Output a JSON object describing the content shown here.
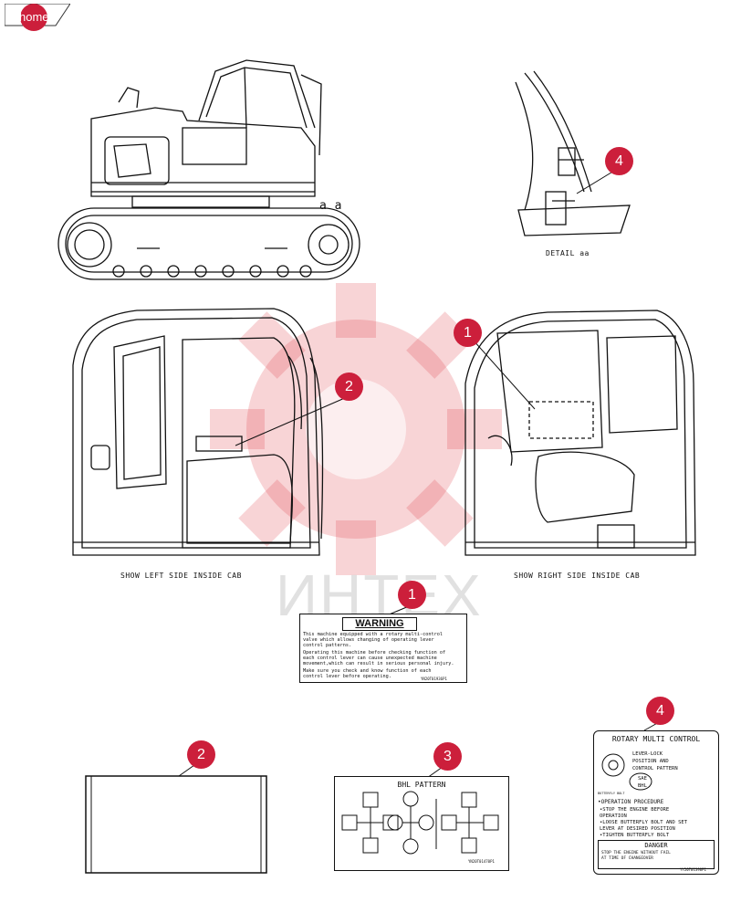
{
  "nav": {
    "home_label": "home"
  },
  "watermark": {
    "text": "ИНТЕХ"
  },
  "views": {
    "detail_marker": "a a",
    "detail_caption": "DETAIL aa",
    "left_caption": "SHOW LEFT SIDE INSIDE CAB",
    "right_caption": "SHOW RIGHT SIDE INSIDE CAB"
  },
  "callouts": [
    {
      "number": "4"
    },
    {
      "number": "1"
    },
    {
      "number": "2"
    },
    {
      "number": "1"
    },
    {
      "number": "2"
    },
    {
      "number": "3"
    },
    {
      "number": "4"
    }
  ],
  "decals": {
    "warning": {
      "title": "WARNING",
      "para1": "This machine equipped with a rotary multi-control\nvalve which allows changing of operating lever\ncontrol patterns.",
      "para2": "Operating this machine before checking function of\neach control lever can cause unexpected machine\nmovement,which can result in serious personal injury.",
      "para3": "Make sure you check and know function of each\ncontrol lever before operating.",
      "part_no": "YN20T01936P1"
    },
    "bhl": {
      "title": "BHL PATTERN",
      "part_no": "YN20T01470P1"
    },
    "rotary": {
      "title": "ROTARY MULTI CONTROL",
      "lines": [
        "LEVER-LOCK",
        "POSITION AND",
        "CONTROL PATTERN"
      ],
      "sae": "SAE",
      "bhl": "BHL",
      "butterfly": "BUTTERFLY BOLT",
      "proc_title": "•OPERATION PROCEDURE",
      "steps": [
        "•STOP THE ENGINE BEFORE",
        "  OPERATION",
        "•LOOSE BUTTERFLY BOLT AND SET",
        "  LEVER AT DESIRED POSITION",
        "•TIGHTEN BUTTERFLY BOLT"
      ],
      "danger": "DANGER",
      "danger_text": [
        "STOP THE ENGINE WITHOUT FAIL",
        "AT TIME OF CHANGEOVER"
      ],
      "part_no": "YY20T01398P1"
    }
  }
}
